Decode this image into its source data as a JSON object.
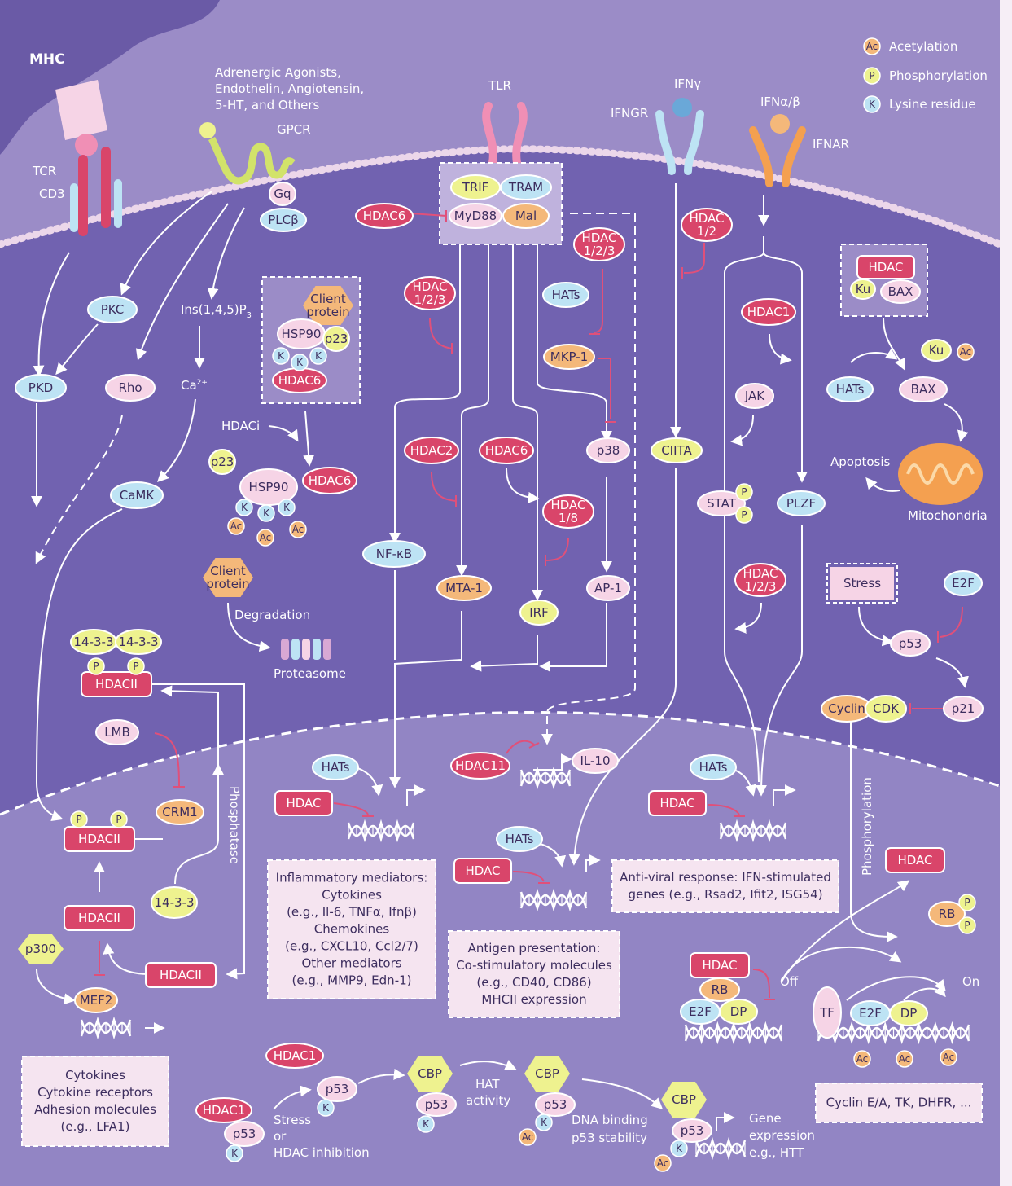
{
  "colors": {
    "membrane_bg": "#9b8cc7",
    "cell_bg": "#7162b0",
    "nucleus_bg": "#9285c4",
    "hdac": "#d9456a",
    "blue": "#bde3f4",
    "pink": "#f6d4e6",
    "orange": "#f4b87a",
    "yellow": "#eef28f",
    "box": "#f5e4f0"
  },
  "legend": {
    "ac": "Acetylation",
    "p": "Phosphorylation",
    "k": "Lysine residue",
    "ac_sym": "Ac",
    "p_sym": "P",
    "k_sym": "K"
  },
  "labels": {
    "mhc": "MHC",
    "tcr": "TCR",
    "cd3": "CD3",
    "agonists": [
      "Adrenergic Agonists,",
      "Endothelin, Angiotensin,",
      "5-HT, and Others"
    ],
    "gpcr": "GPCR",
    "tlr": "TLR",
    "ifngr": "IFNGR",
    "ifng": "IFNγ",
    "ifnab": "IFNα/β",
    "ifnar": "IFNAR",
    "hdaci": "HDACi",
    "degradation": "Degradation",
    "proteasome": "Proteasome",
    "phosphatase": "Phosphatase",
    "apoptosis": "Apoptosis",
    "mitochondria": "Mitochondria",
    "phosphorylation": "Phosphorylation",
    "off": "Off",
    "on": "On",
    "stress_or": [
      "Stress",
      "or",
      "HDAC inhibition"
    ],
    "hat_activity": [
      "HAT",
      "activity"
    ],
    "dna_binding": "DNA binding",
    "p53_stability": "p53 stability",
    "gene_expression": [
      "Gene",
      "expression",
      "e.g., HTT"
    ],
    "ca": "Ca",
    "ca_sup": "2+",
    "ins": "Ins(1,4,5)P",
    "ins_sub": "3"
  },
  "nodes": {
    "gq": "Gq",
    "plcb": "PLCβ",
    "pkc": "PKC",
    "pkd": "PKD",
    "rho": "Rho",
    "camk": "CaMK",
    "trif": "TRIF",
    "tram": "TRAM",
    "myd88": "MyD88",
    "mal": "Mal",
    "hdac6": "HDAC6",
    "hdac123": [
      "HDAC",
      "1/2/3"
    ],
    "hdac12": [
      "HDAC",
      "1/2"
    ],
    "hdac18": [
      "HDAC",
      "1/8"
    ],
    "hats": "HATs",
    "mkp1": "MKP-1",
    "p38": "p38",
    "hdac2": "HDAC2",
    "nfkb": "NF-κB",
    "mta1": "MTA-1",
    "irf": "IRF",
    "ap1": "AP-1",
    "ciita": "CIITA",
    "hdac1": "HDAC1",
    "jak": "JAK",
    "stat": "STAT",
    "plzf": "PLZF",
    "hdac": "HDAC",
    "ku": "Ku",
    "bax": "BAX",
    "stress": "Stress",
    "e2f": "E2F",
    "p53": "p53",
    "cyclin": "Cyclin",
    "cdk": "CDK",
    "p21": "p21",
    "client": [
      "Client",
      "protein"
    ],
    "hsp90": "HSP90",
    "p23": "p23",
    "f1433": "14-3-3",
    "hdacii": "HDACII",
    "lmb": "LMB",
    "crm1": "CRM1",
    "p300": "p300",
    "mef2": "MEF2",
    "hdac11": "HDAC11",
    "il10": "IL-10",
    "rb": "RB",
    "dp": "DP",
    "tf": "TF",
    "cbp": "CBP"
  },
  "boxes": {
    "inflammatory": [
      "Inflammatory mediators:",
      "Cytokines",
      "(e.g., Il-6, TNFα, Ifnβ)",
      "Chemokines",
      "(e.g., CXCL10, Ccl2/7)",
      "Other mediators",
      "(e.g., MMP9, Edn-1)"
    ],
    "antigen": [
      "Antigen presentation:",
      "Co-stimulatory molecules",
      "(e.g., CD40, CD86)",
      "MHCII expression"
    ],
    "antiviral": [
      "Anti-viral response: IFN-stimulated",
      "genes (e.g., Rsad2, Ifit2, ISG54)"
    ],
    "cytokines": [
      "Cytokines",
      "Cytokine receptors",
      "Adhesion molecules",
      "(e.g., LFA1)"
    ],
    "cyclin_genes": [
      "Cyclin E/A, TK, DHFR, ..."
    ]
  }
}
